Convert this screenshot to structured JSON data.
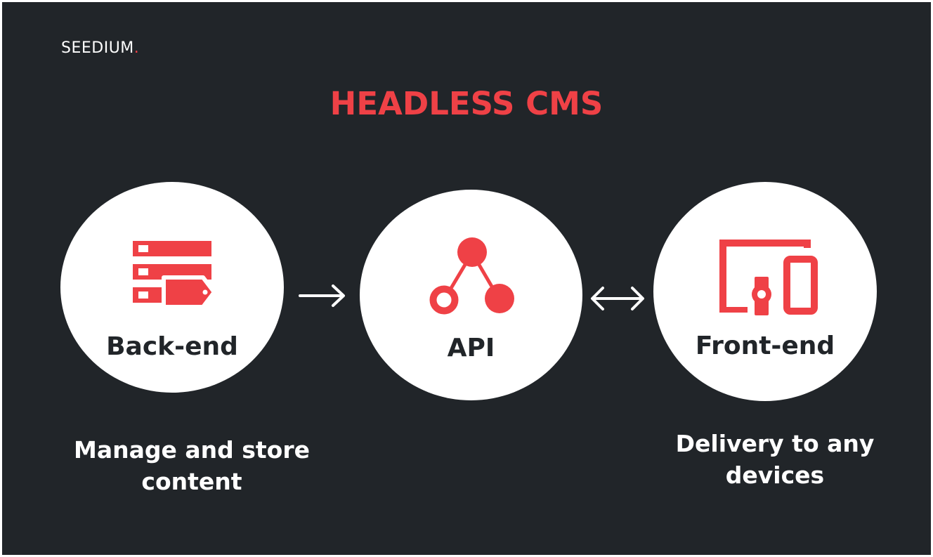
{
  "brand": {
    "name": "SEEDIUM",
    "dot": "."
  },
  "title": "HEADLESS CMS",
  "nodes": [
    {
      "label": "Back-end",
      "icon": "server-tag-icon"
    },
    {
      "label": "API",
      "icon": "api-nodes-icon"
    },
    {
      "label": "Front-end",
      "icon": "devices-icon"
    }
  ],
  "connectors": [
    {
      "from": "Back-end",
      "to": "API",
      "type": "one-way-arrow-icon"
    },
    {
      "from": "API",
      "to": "Front-end",
      "type": "two-way-arrow-icon"
    }
  ],
  "captions": {
    "backend": [
      "Manage and store",
      "content"
    ],
    "frontend": [
      "Delivery to any",
      "devices"
    ]
  },
  "colors": {
    "background": "#212529",
    "accent": "#ef4146",
    "circle": "#ffffff",
    "text_dark": "#212529",
    "text_light": "#ffffff"
  }
}
